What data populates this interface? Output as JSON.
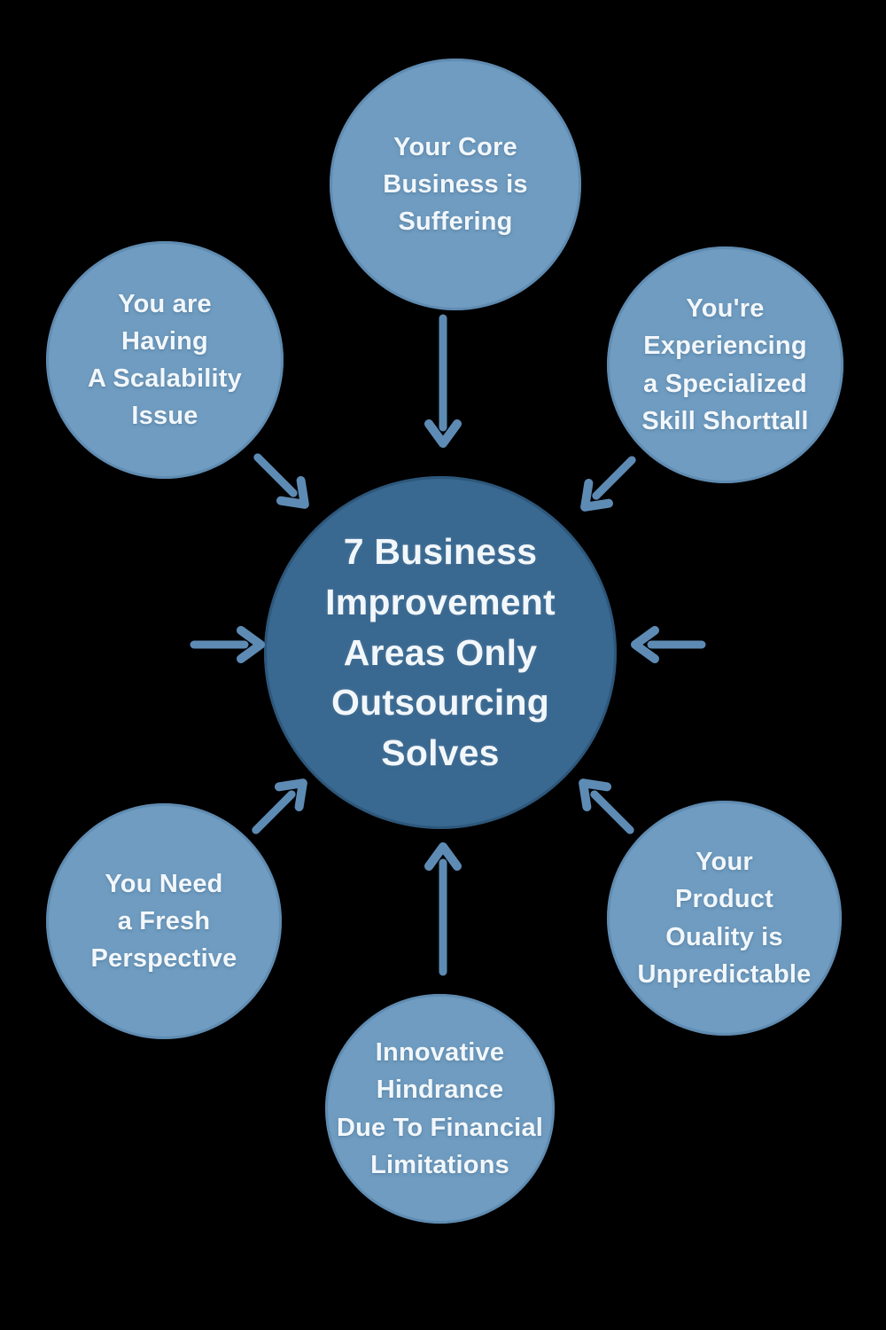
{
  "diagram": {
    "title": "7 Business Improvement Areas Only Outsourcing Solves",
    "center": {
      "label": "7 Business\nImprovement\nAreas Only\nOutsourcing\nSolves"
    },
    "satellites": [
      {
        "id": "core-business-suffering",
        "position": "top",
        "label": "Your Core\nBusiness is\nSuffering"
      },
      {
        "id": "scalability-issue",
        "position": "top-left",
        "label": "You are\nHaving\nA Scalability\nIssue"
      },
      {
        "id": "specialized-skill-shortfall",
        "position": "top-right",
        "label": "You're\nExperiencing\na Specialized\nSkill Shorttall"
      },
      {
        "id": "fresh-perspective",
        "position": "bottom-left",
        "label": "You Need\na Fresh\nPerspective"
      },
      {
        "id": "product-quality",
        "position": "bottom-right",
        "label": "Your\nProduct\nOuality is\nUnpredictable"
      },
      {
        "id": "financial-limitations",
        "position": "bottom",
        "label": "Innovative\nHindrance\nDue To Financial\nLimitations"
      }
    ],
    "arrows": [
      {
        "name": "arrow-top",
        "direction": "down"
      },
      {
        "name": "arrow-bottom",
        "direction": "up"
      },
      {
        "name": "arrow-left",
        "direction": "right"
      },
      {
        "name": "arrow-right",
        "direction": "left"
      },
      {
        "name": "arrow-top-left",
        "direction": "down-right"
      },
      {
        "name": "arrow-top-right",
        "direction": "down-left"
      },
      {
        "name": "arrow-bottom-left",
        "direction": "up-right"
      },
      {
        "name": "arrow-bottom-right",
        "direction": "up-left"
      }
    ],
    "colors": {
      "background": "#000000",
      "satellite_fill": "#6f9cc0",
      "center_fill": "#396890",
      "arrow": "#5d8bb4",
      "text": "#f2f7fb"
    }
  }
}
